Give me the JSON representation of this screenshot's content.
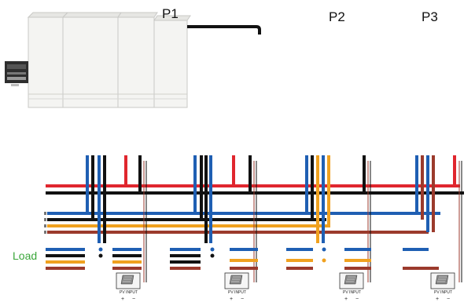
{
  "phases": [
    "P1",
    "P2",
    "P3"
  ],
  "load_label": "Load",
  "pv_label": "PV INPUT",
  "pv_polarity": [
    "+",
    "−"
  ],
  "colors": {
    "L1": "#e0262e",
    "L2": "#f0a11f",
    "L3": "#9b3a2c",
    "N": "#1f5fb3",
    "PE": "#111111",
    "cabinet": "#f2f2f0",
    "cabinet_edge": "#c9c9c6",
    "load_label": "#3aa63a"
  }
}
